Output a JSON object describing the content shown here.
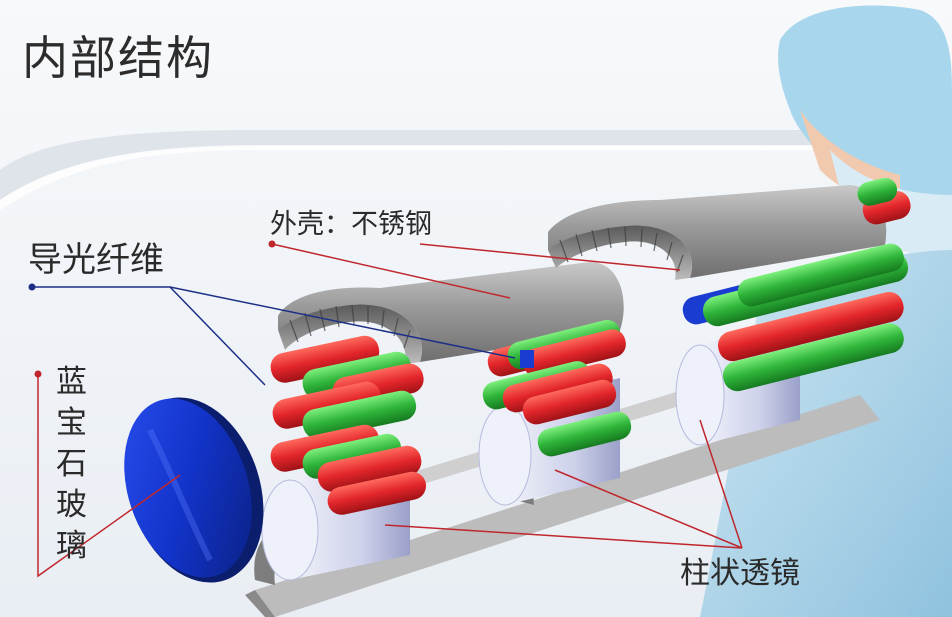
{
  "title": "内部结构",
  "labels": {
    "shell": "外壳：不锈钢",
    "fiber": "导光纤维",
    "sapphire": "蓝宝石玻璃",
    "lens": "柱状透镜"
  },
  "colors": {
    "background": "#f3f6f9",
    "shell": "#8f8f8f",
    "fiber_red": "#e3262b",
    "fiber_green": "#2fb53a",
    "sapphire": "#1233c8",
    "lens": "#d4d7ee",
    "leader_red": "#c0272d",
    "leader_blue": "#1c2f86"
  }
}
